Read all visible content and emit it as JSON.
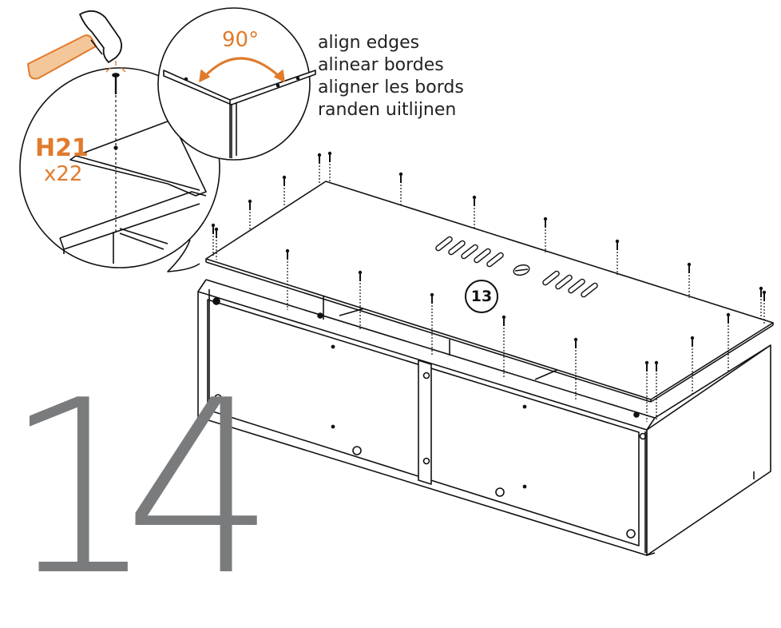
{
  "step": {
    "number": "14"
  },
  "instructions": {
    "lines": [
      "align edges",
      "alinear bordes",
      "aligner les bords",
      "randen uitlijnen"
    ]
  },
  "detail_angle": {
    "label": "90°"
  },
  "hardware": {
    "code": "H21",
    "quantity": "x22"
  },
  "panel": {
    "label": "13"
  },
  "colors": {
    "accent": "#e07b2c",
    "step_number": "#7a7b7d",
    "line": "#111111"
  },
  "icons": [
    "hammer-icon",
    "nail-icon"
  ]
}
